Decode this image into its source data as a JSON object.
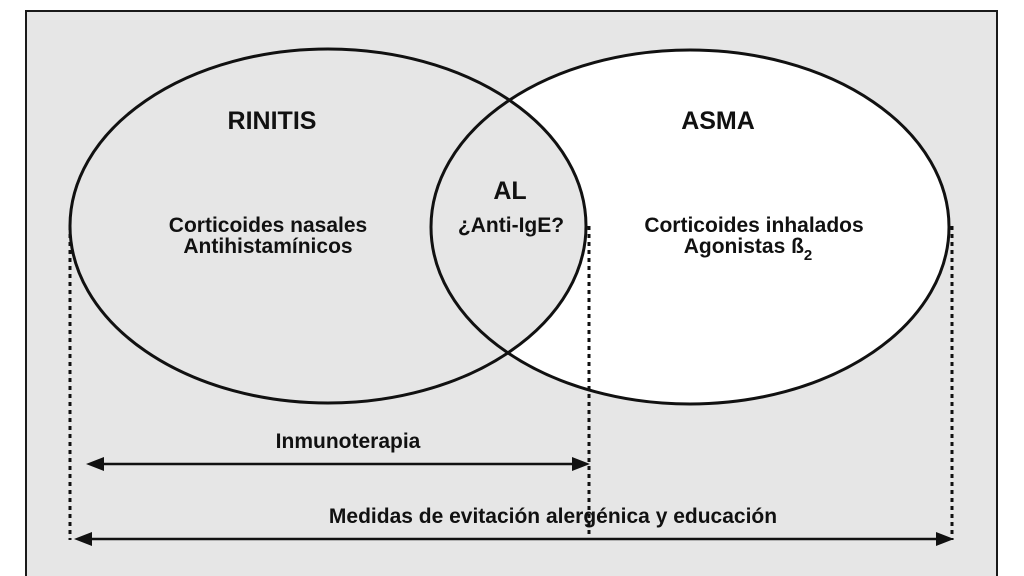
{
  "diagram": {
    "colors": {
      "panel_background": "#e6e6e6",
      "panel_border": "#1a1a1a",
      "asma_fill": "#ffffff",
      "stroke": "#111111"
    },
    "sets": {
      "rinitis": {
        "title": "RINITIS",
        "line1": "Corticoides nasales",
        "line2": "Antihistamínicos"
      },
      "asma": {
        "title": "ASMA",
        "line1": "Corticoides inhalados",
        "line2": "Agonistas ß",
        "line2_subscript": "2"
      },
      "overlap": {
        "title": "AL",
        "line1": "¿Anti-IgE?"
      }
    },
    "arrows": {
      "inmunoterapia": "Inmunoterapia",
      "medidas": "Medidas de evitación alergénica y educación"
    }
  }
}
